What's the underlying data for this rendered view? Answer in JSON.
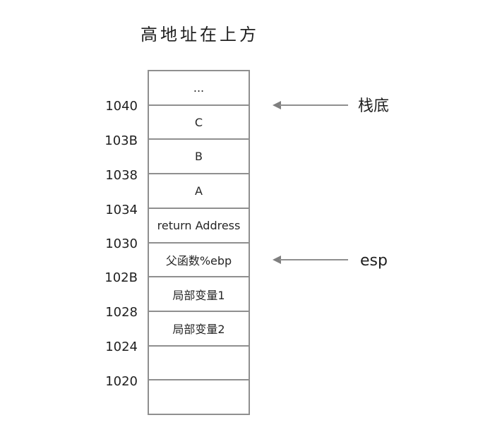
{
  "title": "高地址在上方",
  "stack": {
    "cells": [
      "...",
      "C",
      "B",
      "A",
      "return Address",
      "父函数%ebp",
      "局部变量1",
      "局部变量2",
      "",
      ""
    ],
    "addresses": [
      "1040",
      "103B",
      "1038",
      "1034",
      "1030",
      "102B",
      "1028",
      "1024",
      "1020"
    ]
  },
  "annotations": {
    "stack_bottom": "栈底",
    "esp": "esp"
  },
  "colors": {
    "line_gray": "#8f8f8f",
    "arrow_gray": "#7f7f7f",
    "text": "#1f1f1f",
    "background": "#ffffff"
  }
}
